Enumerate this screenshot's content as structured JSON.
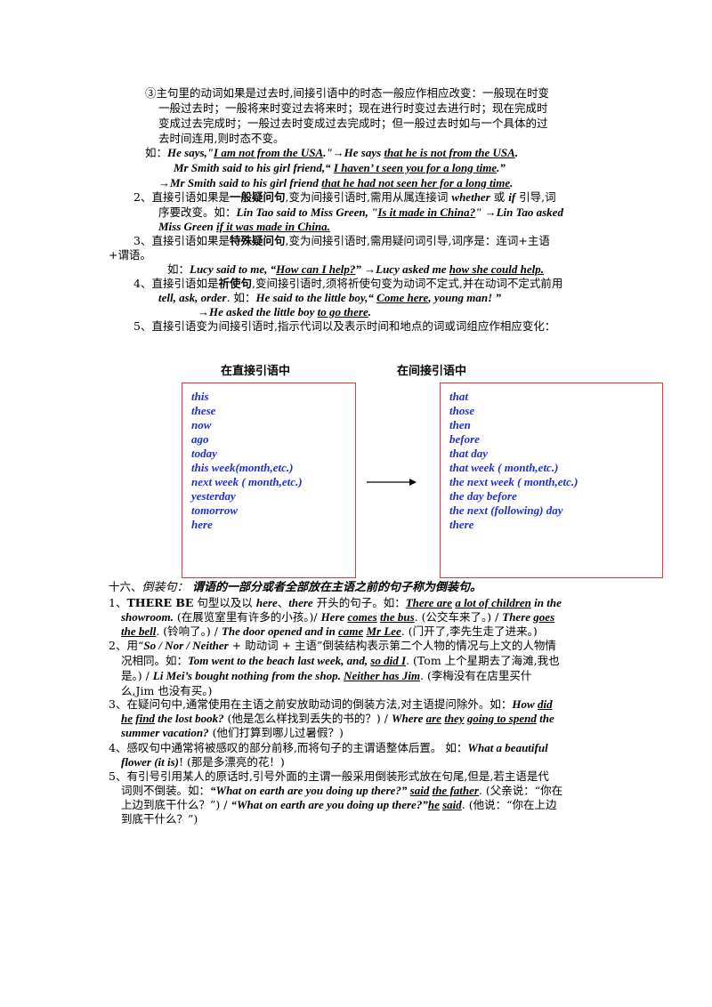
{
  "rule3": {
    "l1": "③主句里的动词如果是过去时,间接引语中的时态一般应作相应改变：一般现在时变",
    "l2": "一般过去时；一般将来时变过去将来时；现在进行时变过去进行时；现在完成时",
    "l3": "变成过去完成时；一般过去时变成过去完成时；但一般过去时如与一个具体的过",
    "l4": "去时间连用,则时态不变。"
  },
  "example1": {
    "lead": "如：",
    "a": "He says,\"",
    "b": "I am not from the USA",
    "c": ".\"→He says ",
    "d": "that he is not from the USA",
    "e": ".",
    "l2a": "Mr Smith said to his girl friend,“ ",
    "l2b": "I haven’ t seen you for a long time",
    "l2c": ".”",
    "l3a": "→Mr Smith said to his girl friend ",
    "l3b": "that he had not seen her for a long time",
    "l3c": "."
  },
  "rule2": {
    "num": "2、",
    "a": "直接引语如果是",
    "b": "一般疑问句",
    "c": ",变为间接引语时,需用从属连接词 ",
    "d": "whether",
    "e": " 或 ",
    "f": "if",
    "g": " 引导,词",
    "l2a": "序要改变。如：",
    "l2b": "Lin Tao said to Miss Green, \"",
    "l2c": "Is it made in China?",
    "l2d": "\" →Lin Tao asked",
    "l3a": "Miss Green ",
    "l3b": "if it was made in China."
  },
  "rule3b": {
    "num": "3、",
    "a": "直接引语如果是",
    "b": "特殊疑问句",
    "c": ",变为间接引语时,需用疑问词引导,词序是：连词+主语",
    "l2": "+谓语。",
    "ex_a": "如：",
    "ex_b": "Lucy said to me, “",
    "ex_c": "How can I help?",
    "ex_d": "” →Lucy asked me ",
    "ex_e": "how she could help."
  },
  "rule4": {
    "num": "4、",
    "a": "直接引语如是",
    "b": "祈使句",
    "c": ",变间接引语时,须将祈使句变为动词不定式,并在动词不定式前用",
    "l2a": "tell, ask, order",
    "l2b": ". 如：",
    "l2c": "He said to the little boy,“ ",
    "l2d": "Come here",
    "l2e": ", young  man! ”",
    "l3a": "→He asked the little boy  ",
    "l3b": "to go there",
    "l3c": "."
  },
  "rule5": "5、直接引语变为间接引语时,指示代词以及表示时间和地点的词或词组应作相应变化：",
  "table": {
    "left_header": "在直接引语中",
    "right_header": "在间接引语中",
    "left": [
      "this",
      "these",
      "now",
      "ago",
      "today",
      "this week(month,etc.)",
      "next week ( month,etc.)",
      "yesterday",
      "tomorrow",
      "here"
    ],
    "right": [
      "that",
      "those",
      "then",
      "before",
      "that day",
      "that  week ( month,etc.)",
      "the next week ( month,etc.)",
      "the day before",
      "the next (following) day",
      "there"
    ],
    "accent": "#e53935",
    "text_color": "#1f2fd0"
  },
  "section16": {
    "num": "十六、",
    "title": "倒装句：",
    "desc": " 谓语的一部分或者全部放在主语之前的句子称为倒装句。"
  },
  "inv1": {
    "num": "1、",
    "a": "THERE BE",
    "b": " 句型以及以 ",
    "c": "here",
    "d": "、",
    "e": "there",
    "f": " 开头的句子。如：",
    "g": "There are",
    "h": " ",
    "i": "a lot of children",
    "j": " in the",
    "l2a": "showroom.",
    "l2b": " (在展览室里有许多的小孩。)/ ",
    "l2c": "Here ",
    "l2d": "comes",
    "l2e": " ",
    "l2f": "the bus",
    "l2g": ". (公交车来了。) / ",
    "l2h": "There ",
    "l2i": "goes",
    "l3a": "the bell",
    "l3b": ". (铃响了。) / ",
    "l3c": "The door opened and in ",
    "l3d": "came",
    "l3e": " ",
    "l3f": "Mr Lee",
    "l3g": ". (门开了,李先生走了进来。)"
  },
  "inv2": {
    "num": "2、",
    "a": "用“",
    "b": "So / Nor / Neither",
    "c": " + 助动词 + 主语”倒装结构表示第二个人物的情况与上文的人物情",
    "l2a": "况相同。如：",
    "l2b": "Tom went to the beach last week, and, ",
    "l2c": "so did I",
    "l2d": ". (Tom 上个星期去了海滩,我也",
    "l3a": "是。) / ",
    "l3b": "Li Mei’s bought nothing from the shop. ",
    "l3c": "Neither has Jim",
    "l3d": ". (李梅没有在店里买什",
    "l4": "么,Jim 也没有买。)"
  },
  "inv3": {
    "num": "3、",
    "a": "在疑问句中,通常使用在主语之前安放助动词的倒装方法,对主语提问除外。如：",
    "b": "How ",
    "c": "did",
    "l2a": "he",
    "l2b": " ",
    "l2c": "find",
    "l2d": " the lost book?",
    "l2e": " (他是怎么样找到丢失的书的？) / ",
    "l2f": "Where ",
    "l2g": "are",
    "l2h": " ",
    "l2i": "they",
    "l2j": " ",
    "l2k": "going to spend",
    "l2l": " the",
    "l3a": "summer vacation?",
    "l3b": " (他们打算到哪儿过暑假？)"
  },
  "inv4": {
    "num": "4、",
    "a": "感叹句中通常将被感叹的部分前移,而将句子的主谓语整体后置。 如：",
    "b": "What a beautiful",
    "l2a": "flower (it is)",
    "l2b": "! (那是多漂亮的花！)"
  },
  "inv5": {
    "num": "5、",
    "a": "有引号引用某人的原话时,引号外面的主谓一般采用倒装形式放在句尾,但是,若主语是代",
    "l2a": "词则不倒装。如：",
    "l2b": "“What on earth are you doing up there?” ",
    "l2c": "said",
    "l2d": " ",
    "l2e": "the father",
    "l2f": ". (父亲说：“你在",
    "l3a": "上边到底干什么？”) / ",
    "l3b": "“What on earth are you doing up there?”",
    "l3c": "he",
    "l3d": " ",
    "l3e": "said",
    "l3f": ". (他说：“你在上边",
    "l4": "到底干什么？”)"
  }
}
